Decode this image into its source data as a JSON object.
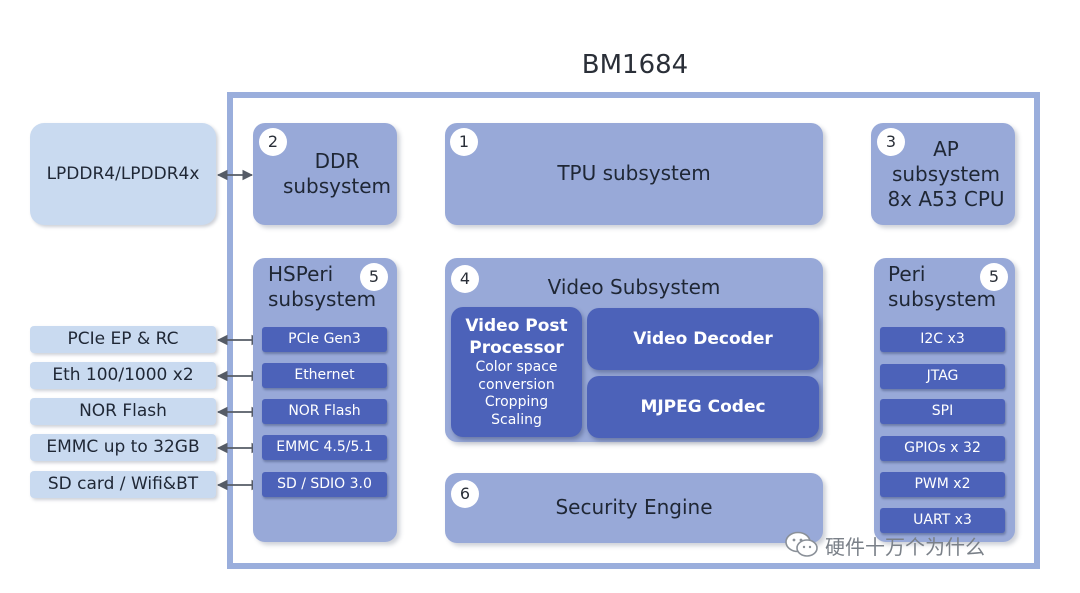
{
  "chip": {
    "title": "BM1684"
  },
  "external": {
    "memory": "LPDDR4/LPDDR4x",
    "interfaces": [
      "PCIe EP & RC",
      "Eth 100/1000 x2",
      "NOR Flash",
      "EMMC up to 32GB",
      "SD card / Wifi&BT"
    ]
  },
  "ddr": {
    "num": "2",
    "line1": "DDR",
    "line2": "subsystem"
  },
  "tpu": {
    "num": "1",
    "label": "TPU subsystem"
  },
  "ap": {
    "num": "3",
    "line1": "AP",
    "line2": "subsystem",
    "line3": "8x A53 CPU"
  },
  "hsperi": {
    "num": "5",
    "line1": "HSPeri",
    "line2": "subsystem",
    "ports": [
      "PCIe Gen3",
      "Ethernet",
      "NOR Flash",
      "EMMC 4.5/5.1",
      "SD / SDIO 3.0"
    ]
  },
  "video": {
    "num": "4",
    "label": "Video Subsystem",
    "vpp": {
      "line1": "Video Post",
      "line2": "Processor",
      "desc1": "Color space",
      "desc2": "conversion",
      "desc3": "Cropping",
      "desc4": "Scaling"
    },
    "decoder": "Video Decoder",
    "mjpeg": "MJPEG Codec"
  },
  "security": {
    "num": "6",
    "label": "Security Engine"
  },
  "peri": {
    "num": "5",
    "line1": "Peri",
    "line2": "subsystem",
    "ports": [
      "I2C x3",
      "JTAG",
      "SPI",
      "GPIOs x 32",
      "PWM x2",
      "UART x3"
    ]
  },
  "watermark": {
    "icon": "wechat-icon",
    "text": "硬件十万个为什么"
  }
}
